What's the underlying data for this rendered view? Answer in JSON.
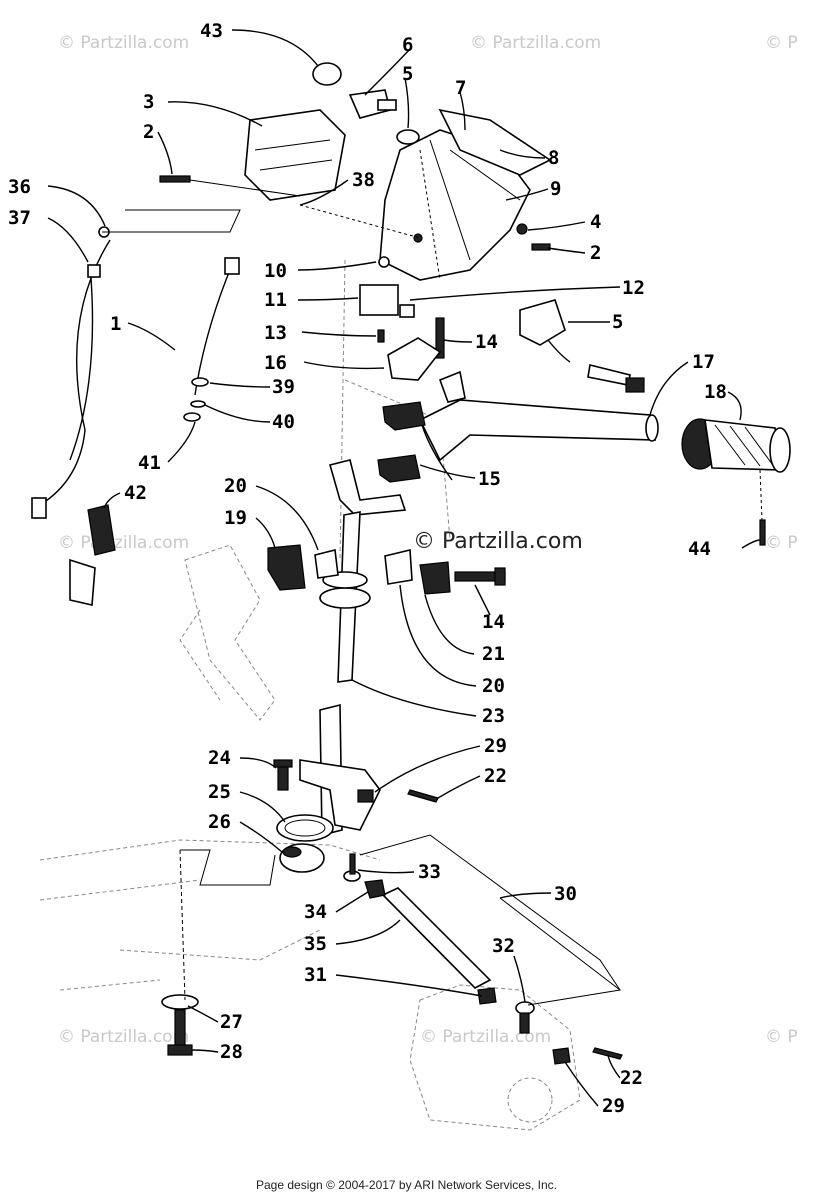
{
  "watermark": "© Partzilla.com",
  "center_watermark": "© Partzilla.com",
  "footer": "Page design © 2004-2017 by ARI Network Services, Inc.",
  "labels": [
    "43",
    "6",
    "5",
    "7",
    "3",
    "2",
    "8",
    "9",
    "36",
    "38",
    "37",
    "4",
    "2",
    "10",
    "12",
    "11",
    "5",
    "1",
    "13",
    "14",
    "16",
    "17",
    "18",
    "39",
    "40",
    "41",
    "15",
    "42",
    "20",
    "19",
    "44",
    "14",
    "21",
    "20",
    "23",
    "24",
    "29",
    "22",
    "25",
    "26",
    "33",
    "30",
    "34",
    "35",
    "32",
    "31",
    "27",
    "28",
    "22",
    "29"
  ]
}
